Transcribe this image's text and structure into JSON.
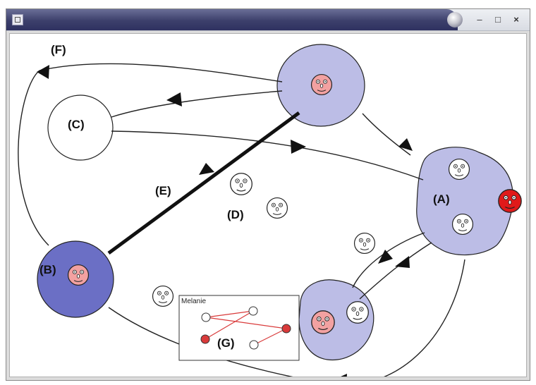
{
  "window": {
    "title": "",
    "controls": {
      "minimize": "–",
      "maximize": "□",
      "close": "×"
    }
  },
  "graph": {
    "labels": {
      "A": "(A)",
      "B": "(B)",
      "C": "(C)",
      "D": "(D)",
      "E": "(E)",
      "F": "(F)",
      "G": "(G)"
    },
    "popup": {
      "title": "Melanie"
    }
  },
  "icons": [
    "face-icon",
    "app-icon"
  ],
  "colors": {
    "titlebar": "#3c3f6b",
    "lavender_group": "#bcbde6",
    "blue_group": "#6b6fc5",
    "pink_face": "#f2a1a1",
    "red_face": "#e01a1a",
    "red_line": "#d93a3a"
  }
}
